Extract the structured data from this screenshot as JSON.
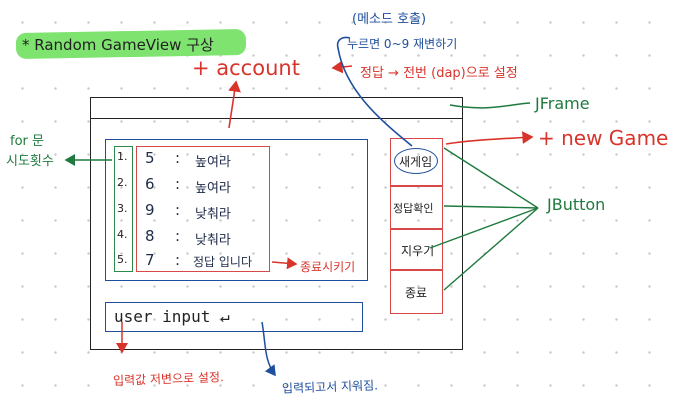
{
  "title": "* Random GameView 구상",
  "notes": {
    "account": "+ account",
    "method_heading": "(메소드 호출)",
    "method_line1": "누르면 0~9 재변하기",
    "method_line2": "정답 → 전번 (dap)으로 설정",
    "jframe": "JFrame",
    "newgame": "+ new Game",
    "jbutton": "JButton",
    "for_line1": "for 문",
    "for_line2": "시도횟수",
    "shutdown": "종료시키기",
    "input_note": "입력값 저변으로 설정.",
    "clear_note": "입력되고서 지워짐."
  },
  "attempt_numbers": [
    "1.",
    "2.",
    "3.",
    "4.",
    "5."
  ],
  "result_rows": [
    {
      "num": "5",
      "colon": ":",
      "msg": "높여라"
    },
    {
      "num": "6",
      "colon": ":",
      "msg": "높여라"
    },
    {
      "num": "9",
      "colon": ":",
      "msg": "낮춰라"
    },
    {
      "num": "8",
      "colon": ":",
      "msg": "낮춰라"
    },
    {
      "num": "7",
      "colon": ":",
      "msg": "정답 입니다"
    }
  ],
  "buttons": {
    "new_game": "새게임",
    "check": "정답확인",
    "clear": "지우기",
    "quit": "종료"
  },
  "input": {
    "text": "user input ↵"
  },
  "colors": {
    "title_highlight": "#7ee36f",
    "blue": "#1f4f9c",
    "red": "#d9342b",
    "green": "#1f7a3e"
  }
}
